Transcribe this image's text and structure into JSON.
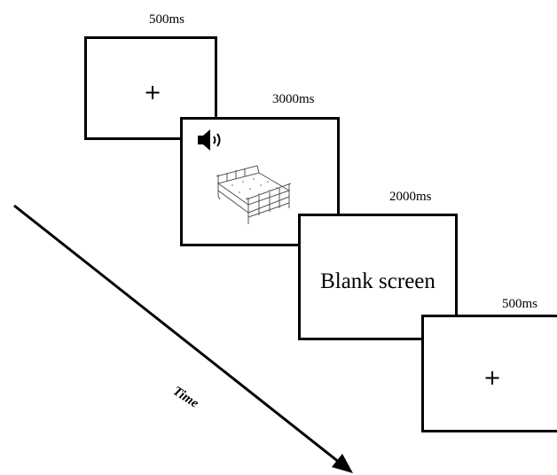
{
  "trial": {
    "screens": [
      {
        "duration": "500ms",
        "content": "+"
      },
      {
        "duration": "3000ms",
        "content_icons": [
          "speaker-icon",
          "bed-icon"
        ]
      },
      {
        "duration": "2000ms",
        "content": "Blank screen"
      },
      {
        "duration": "500ms",
        "content": "+"
      }
    ],
    "time_label": "Time"
  }
}
